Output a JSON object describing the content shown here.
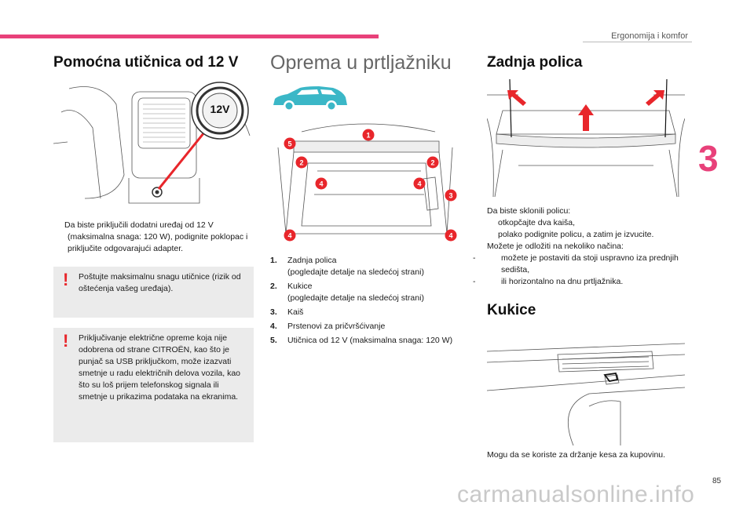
{
  "header": {
    "section_title": "Ergonomija i komfor",
    "chapter_number": "3",
    "page_number": "85"
  },
  "watermark": "carmanualsonline.info",
  "col1": {
    "title": "Pomoćna utičnica od 12 V",
    "badge": "12V",
    "instruction_glyph": "",
    "instruction": "Da biste priključili dodatni uređaj od 12 V (maksimalna snaga: 120 W), podignite poklopac i priključite odgovarajući adapter.",
    "note1": "Poštujte maksimalnu snagu utičnice (rizik od oštećenja vašeg uređaja).",
    "note2": "Priključivanje električne opreme koja nije odobrena od strane CITROËN, kao što je punjač sa USB priključkom, može izazvati smetnje u radu električnih delova vozila, kao što su loš prijem telefonskog signala ili smetnje u prikazima podataka na ekranima.",
    "note_mark": "!"
  },
  "col2": {
    "title": "Oprema u prtljažniku",
    "markers": [
      "1",
      "5",
      "2",
      "2",
      "4",
      "4",
      "3",
      "4",
      "4"
    ],
    "items": [
      {
        "num": "1.",
        "text": "Zadnja polica",
        "sub": "(pogledajte detalje na sledećoj strani)"
      },
      {
        "num": "2.",
        "text": "Kukice",
        "sub": "(pogledajte detalje na sledećoj strani)"
      },
      {
        "num": "3.",
        "text": "Kaiš",
        "sub": ""
      },
      {
        "num": "4.",
        "text": "Prstenovi za pričvršćivanje",
        "sub": ""
      },
      {
        "num": "5.",
        "text": "Utičnica od 12 V (maksimalna snaga: 120 W)",
        "sub": ""
      }
    ]
  },
  "col3": {
    "title1": "Zadnja polica",
    "intro": "Da biste sklonili policu:",
    "step1": "otkopčajte dva kaiša,",
    "step2": "polako podignite policu, a zatim je izvucite.",
    "ways": "Možete je odložiti na nekoliko načina:",
    "dash": "-",
    "opt1": "možete je postaviti da stoji uspravno iza prednjih sedišta,",
    "opt2": "ili horizontalno na dnu prtljažnika.",
    "title2": "Kukice",
    "hooks_text": "Mogu da se koriste za držanje kesa za kupovinu."
  },
  "colors": {
    "accent": "#e8417a",
    "marker": "#e8262b",
    "car": "#3bb7c7",
    "note_bg": "#ebebeb"
  }
}
